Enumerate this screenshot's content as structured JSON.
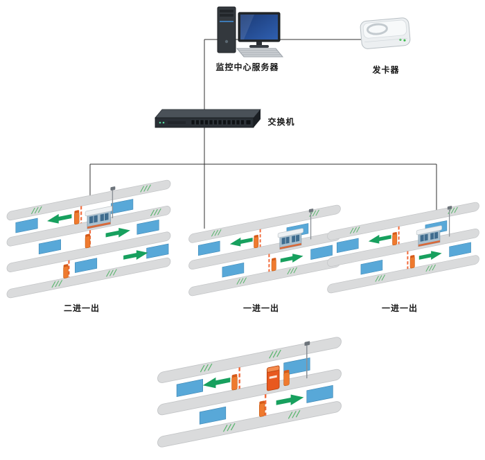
{
  "diagram": {
    "server": {
      "label": "监控中心服务器"
    },
    "card_issuer": {
      "label": "发卡器"
    },
    "switch": {
      "label": "交换机"
    },
    "stations": [
      {
        "label": "二进一出"
      },
      {
        "label": "一进一出"
      },
      {
        "label": "一进一出"
      },
      {
        "label": ""
      }
    ]
  },
  "palette": {
    "line": "#2f2f2f",
    "road": "#dadbdc",
    "road_stroke": "#c2c4c6",
    "sensor": "#58a8d8",
    "arrow": "#17a05e",
    "barrier": "#f26a3a",
    "post": "#ef7a2f",
    "grass": "#57b46b",
    "booth_wall": "#a9c0cf"
  }
}
